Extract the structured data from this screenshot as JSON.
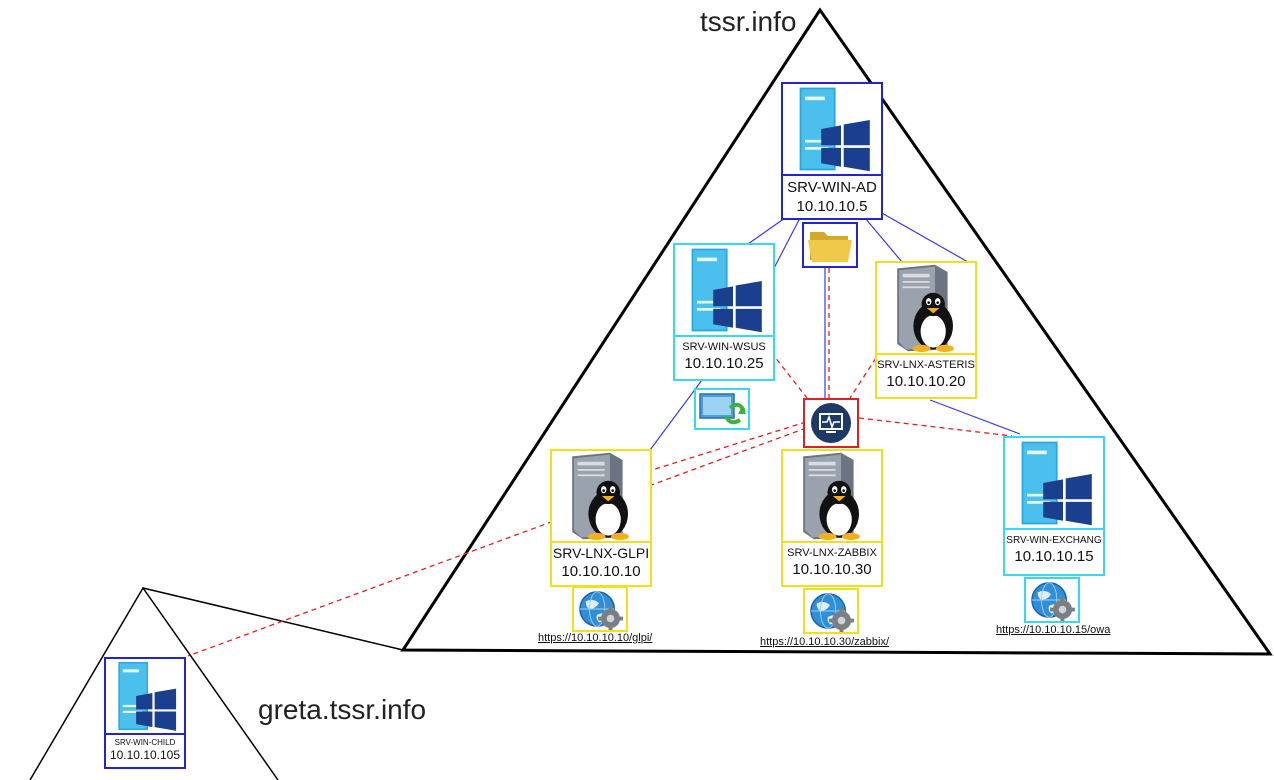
{
  "domains": {
    "root": "tssr.info",
    "child": "greta.tssr.info"
  },
  "servers": {
    "ad": {
      "name": "SRV-WIN-AD",
      "ip": "10.10.10.5"
    },
    "wsus": {
      "name": "SRV-WIN-WSUS",
      "ip": "10.10.10.25"
    },
    "asterisk": {
      "name": "SRV-LNX-ASTERIS",
      "ip": "10.10.10.20"
    },
    "glpi": {
      "name": "SRV-LNX-GLPI",
      "ip": "10.10.10.10",
      "url": "https://10.10.10.10/glpi/"
    },
    "zabbix": {
      "name": "SRV-LNX-ZABBIX",
      "ip": "10.10.10.30",
      "url": "https://10.10.10.30/zabbix/"
    },
    "exchange": {
      "name": "SRV-WIN-EXCHANG",
      "ip": "10.10.10.15",
      "url": "https://10.10.10.15/owa"
    },
    "child": {
      "name": "SRV-WIN-CHILD",
      "ip": "10.10.10.105"
    }
  },
  "colors": {
    "windows_server": "#2323d0",
    "wsus_exchange": "#38d8f0",
    "linux_server": "#f0e020",
    "monitoring": "#e02020",
    "link": "#3a3af0",
    "monitor_link": "#e02020"
  },
  "icons": [
    "windows-server-icon",
    "linux-tux-server-icon",
    "folder-icon",
    "monitoring-icon",
    "update-icon",
    "globe-gear-icon"
  ]
}
